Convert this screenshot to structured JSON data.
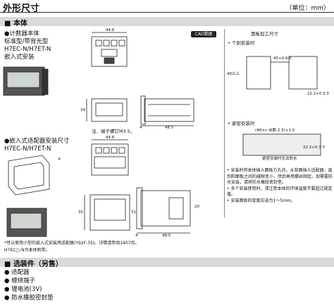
{
  "header": {
    "title": "外形尺寸",
    "unit": "（单位：mm）"
  },
  "sections": {
    "body": "本体",
    "options": "选装件（另售）"
  },
  "left": {
    "block1": [
      "●计数器本体",
      "标准型/带背光型",
      "H7EC-N/H7ET-N",
      "嵌入式安装"
    ],
    "block2": [
      "●嵌入式适配器安装尺寸",
      "H7EC-N/H7ET-N"
    ],
    "asterisk": "*",
    "note_terminal": "注．端子螺钉M3.5。",
    "note_adapter": "*可以使用小型的嵌入式安装用适配器(Y92F-35)。详情请参阅1407页。",
    "note_model": "H7EC□-N为本体附带。",
    "options_list": [
      "● 适配器",
      "● 缠绕端子",
      "● 锂电池(3V)",
      "● 防水橡胶密封垫"
    ]
  },
  "dims": {
    "w1": "44.8",
    "h1": "24",
    "d1": "4",
    "d2": "48.5",
    "w2": "44.8",
    "h2": "35",
    "h2b": "31",
    "d3": "4",
    "d4": "48.5",
    "d5": "20"
  },
  "cad_badge": "CAD数据",
  "right": {
    "panel_title": "面板加工尺寸",
    "single": "• 个别安装时",
    "dim_a": "45+0.6 0",
    "dim_b": "40以上",
    "dim_c": "22.2+0.3 0",
    "close": "• 紧密安装时",
    "dim_d": "(48×n 台数-2.5)+1 0",
    "dim_e": "22.2+0.3 0",
    "close_note": "紧密安装时无法防水",
    "notes": [
      "• 安装时将本体插入面板方孔内，从背面插入适配器，直到和面板之间的缝隙变小，然后再用螺丝固定。如需要防水安装，请将防水橡胶密封垫。",
      "• 多个安装使用时，请注意本体的环境温度不要超过规定值。",
      "• 安装面板的厚度应选为1～5mm。"
    ]
  }
}
